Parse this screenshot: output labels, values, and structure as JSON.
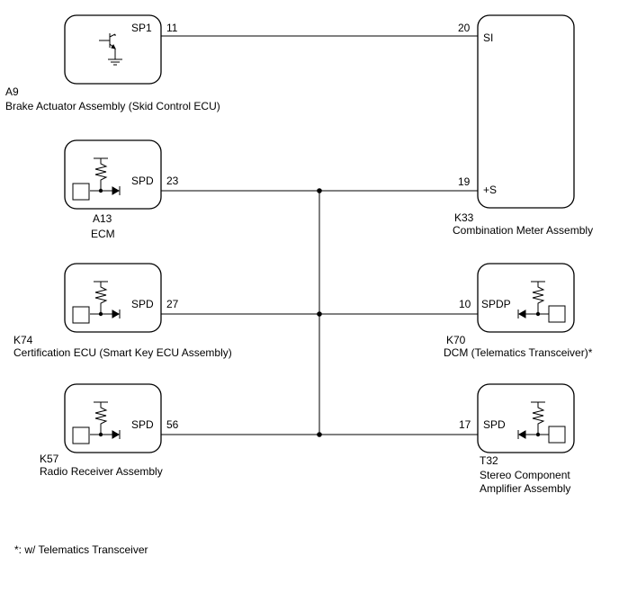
{
  "components": {
    "a9": {
      "code": "A9",
      "name": "Brake Actuator Assembly (Skid Control ECU)",
      "terminal_label": "SP1",
      "pin": "11"
    },
    "a13": {
      "code": "A13",
      "name": "ECM",
      "terminal_label": "SPD",
      "pin": "23"
    },
    "k74": {
      "code": "K74",
      "name": "Certification ECU (Smart Key ECU Assembly)",
      "terminal_label": "SPD",
      "pin": "27"
    },
    "k57": {
      "code": "K57",
      "name": "Radio Receiver Assembly",
      "terminal_label": "SPD",
      "pin": "56"
    },
    "k33": {
      "code": "K33",
      "name": "Combination Meter Assembly",
      "si_label": "SI",
      "si_pin": "20",
      "s_label": "+S",
      "s_pin": "19"
    },
    "k70": {
      "code": "K70",
      "name": "DCM (Telematics Transceiver)*",
      "terminal_label": "SPDP",
      "pin": "10"
    },
    "t32": {
      "code": "T32",
      "name_line1": "Stereo Component",
      "name_line2": "Amplifier Assembly",
      "terminal_label": "SPD",
      "pin": "17"
    }
  },
  "footnote": "*: w/ Telematics Transceiver"
}
